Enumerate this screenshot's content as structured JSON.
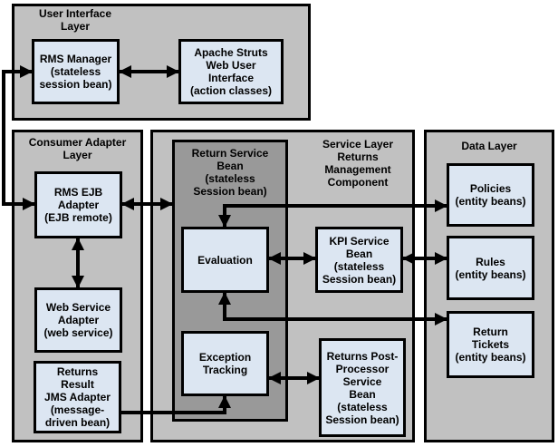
{
  "colors": {
    "layer_fill": "#c1c1c1",
    "inner_dark_fill": "#999999",
    "box_fill": "#dce6f2",
    "line": "#000000",
    "background": "#ffffff"
  },
  "layers": {
    "ui": {
      "title": "User Interface\nLayer"
    },
    "consumer": {
      "title": "Consumer Adapter\nLayer"
    },
    "service": {
      "title": "Service Layer\nReturns\nManagement\nComponent"
    },
    "data": {
      "title": "Data Layer"
    }
  },
  "components": {
    "rms_manager": "RMS Manager\n(stateless\nsession bean)",
    "apache_struts": "Apache Struts\nWeb User\nInterface\n(action classes)",
    "rms_ejb_adapter": "RMS EJB\nAdapter\n(EJB remote)",
    "web_service_adapter": "Web Service\nAdapter\n(web service)",
    "jms_adapter": "Returns\nResult\nJMS Adapter\n(message-\ndriven bean)",
    "return_service_bean": "Return Service\nBean\n(stateless\nSession bean)",
    "evaluation": "Evaluation",
    "exception_tracking": "Exception\nTracking",
    "kpi_service_bean": "KPI Service\nBean\n(stateless\nSession bean)",
    "returns_post_processor": "Returns Post-\nProcessor\nService\nBean\n(stateless\nSession bean)",
    "policies": "Policies\n(entity beans)",
    "rules": "Rules\n(entity beans)",
    "return_tickets": "Return\nTickets\n(entity beans)"
  }
}
